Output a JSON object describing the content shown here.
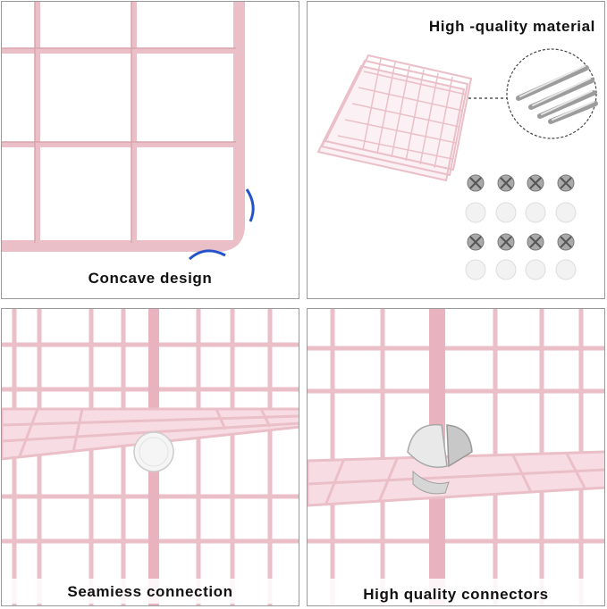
{
  "panels": {
    "concave": {
      "caption": "Concave design"
    },
    "material": {
      "caption": "High -quality material"
    },
    "seamless": {
      "caption": "Seamiess connection"
    },
    "connectors": {
      "caption": "High quality connectors"
    }
  },
  "colors": {
    "wire_pink": "#ebbfc8",
    "wire_pink_dark": "#d9a3ae",
    "accent_blue": "#2453c9",
    "connector_silver": "#a9a9a9",
    "cap_white": "#f2f2f2",
    "border": "#9a9a9a"
  }
}
